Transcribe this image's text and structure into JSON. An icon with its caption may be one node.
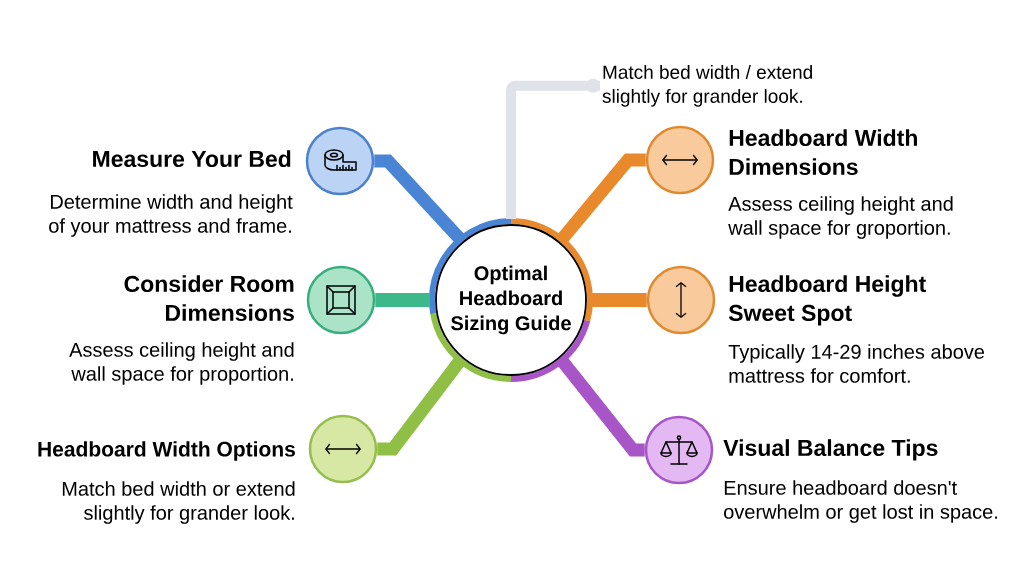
{
  "diagram": {
    "nodes": [
      {
        "text": [
          "Optimal Headboard Sizing Guide"
        ]
      },
      {
        "text": [
          "Match bed width / extend slightly for grander look."
        ]
      },
      {
        "text": [],
        "shape": "circle",
        "beside": [
          "Measure Your Bed",
          "Determine width and height of your mattress and frame."
        ]
      },
      {
        "text": [],
        "shape": "circle",
        "beside": [
          "Headboard Width Dimensions",
          "Assess ceiling height and wall space for groportion."
        ]
      },
      {
        "text": [],
        "shape": "circle",
        "beside": [
          "Consider Room Dimensions",
          "Assess ceiling height and wall space for proportion."
        ]
      },
      {
        "text": [],
        "shape": "circle",
        "beside": [
          "Headboard Height Sweet Spot",
          "Typically 14-29 inches above mattress for comfort."
        ]
      },
      {
        "text": [],
        "shape": "circle",
        "beside": [
          "Headboard Width Options",
          "Match bed width or extend slightly for grander look."
        ]
      },
      {
        "text": [],
        "shape": "circle",
        "beside": [
          "Visual Balance Tips",
          "Ensure headboard doesn't overwhelm or get lost in space."
        ]
      }
    ],
    "edges": [
      {
        "from": 0,
        "to": 1,
        "arrow": "other",
        "color": "#dfe2e8"
      },
      {
        "from": 0,
        "to": 2,
        "arrow": "none",
        "color": "#4a84d4"
      },
      {
        "from": 0,
        "to": 3,
        "arrow": "none",
        "color": "#e8892c"
      },
      {
        "from": 0,
        "to": 4,
        "arrow": "none",
        "color": "#3db88a"
      },
      {
        "from": 0,
        "to": 5,
        "arrow": "none",
        "color": "#e8892c"
      },
      {
        "from": 0,
        "to": 6,
        "arrow": "none",
        "color": "#8fbf45"
      },
      {
        "from": 0,
        "to": 7,
        "arrow": "none",
        "color": "#a855c8"
      }
    ]
  }
}
